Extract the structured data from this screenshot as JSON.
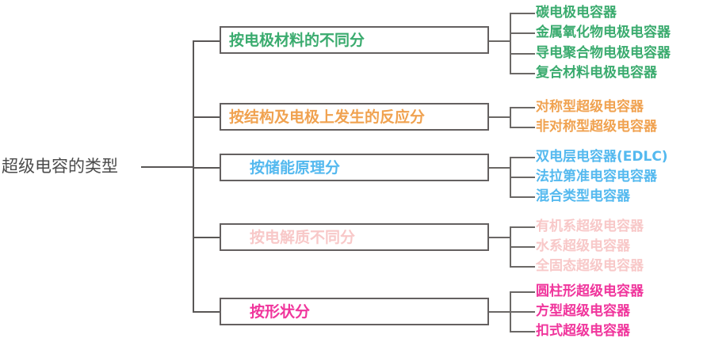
{
  "diagram": {
    "title": "超级电容的类型",
    "root_label": "超级电容的类型",
    "root_color": "#4a4a4a",
    "line_color": "#595655",
    "box_border_color": "#646060",
    "background": "#ffffff",
    "branches": [
      {
        "label": "按电极材料的不同分",
        "color": "#3aab6e",
        "color_name": "green",
        "leaves": [
          "碳电极电容器",
          "金属氧化物电极电容器",
          "导电聚合物电极电容器",
          "复合材料电极电容器"
        ]
      },
      {
        "label": "按结构及电极上发生的反应分",
        "color": "#f0a250",
        "color_name": "orange",
        "leaves": [
          "对称型超级电容器",
          "非对称型超级电容器"
        ]
      },
      {
        "label": "按储能原理分",
        "color": "#54b9ef",
        "color_name": "blue",
        "leaves": [
          "双电层电容器(EDLC)",
          "法拉第准电容电容器",
          "混合类型电容器"
        ]
      },
      {
        "label": "按电解质不同分",
        "color": "#f8c8c8",
        "color_name": "pink",
        "leaves": [
          "有机系超级电容器",
          "水系超级电容器",
          "全固态超级电容器"
        ]
      },
      {
        "label": "按形状分",
        "color": "#f0359c",
        "color_name": "magenta",
        "leaves": [
          "圆柱形超级电容器",
          "方型超级电容器",
          "扣式超级电容器"
        ]
      }
    ]
  }
}
